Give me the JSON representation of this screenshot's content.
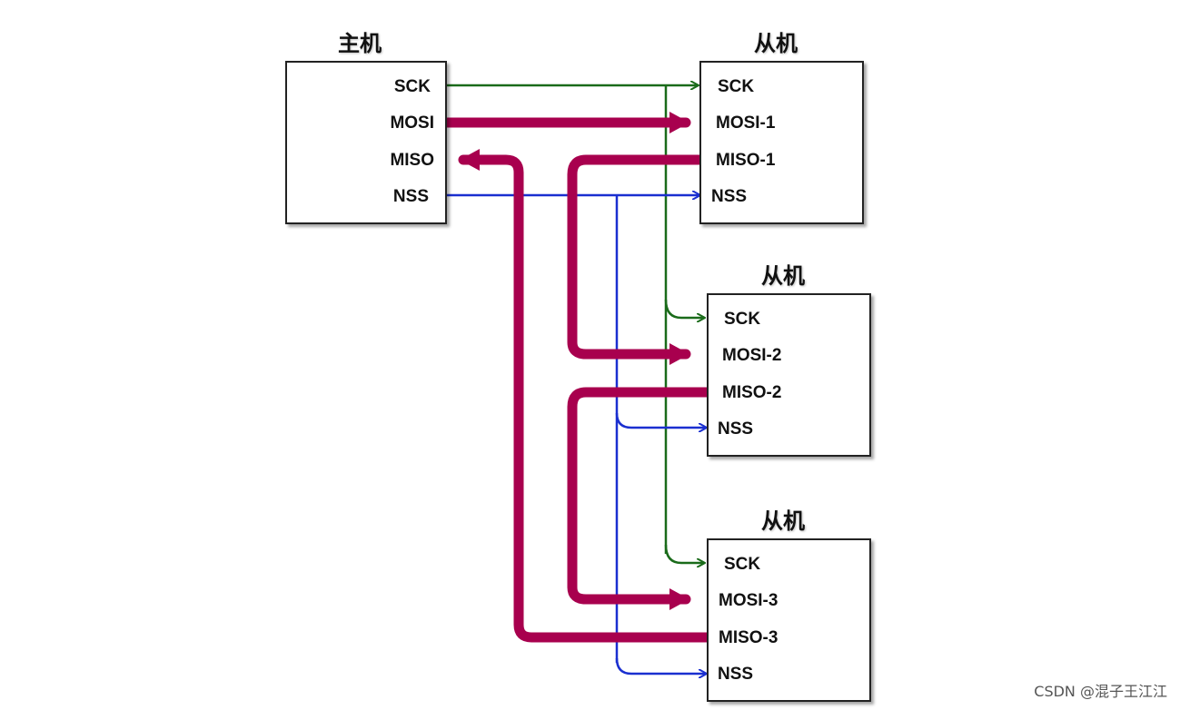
{
  "master": {
    "title": "主机",
    "pins": [
      "SCK",
      "MOSI",
      "MISO",
      "NSS"
    ]
  },
  "slaves": [
    {
      "title": "从机",
      "pins": [
        "SCK",
        "MOSI-1",
        "MISO-1",
        "NSS"
      ]
    },
    {
      "title": "从机",
      "pins": [
        "SCK",
        "MOSI-2",
        "MISO-2",
        "NSS"
      ]
    },
    {
      "title": "从机",
      "pins": [
        "SCK",
        "MOSI-3",
        "MISO-3",
        "NSS"
      ]
    }
  ],
  "colors": {
    "sck": "#1a6b1a",
    "nss": "#1a2fd0",
    "data": "#a8004e"
  },
  "watermark": "CSDN @混子王江江"
}
